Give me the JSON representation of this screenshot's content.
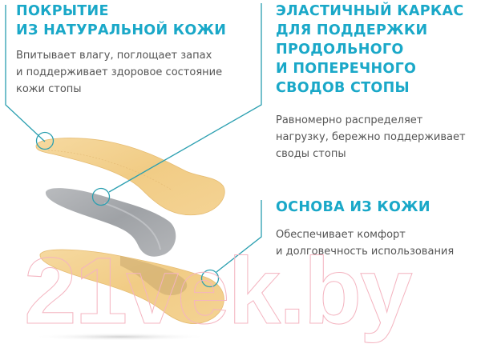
{
  "callouts": [
    {
      "id": "top-layer",
      "title_lines": [
        "ПОКРЫТИЕ",
        "ИЗ НАТУРАЛЬНОЙ КОЖИ"
      ],
      "description_lines": [
        "Впитывает влагу, поглощает запах",
        "и поддерживает здоровое состояние",
        "кожи стопы"
      ]
    },
    {
      "id": "middle-layer",
      "title_lines": [
        "ЭЛАСТИЧНЫЙ КАРКАС",
        "ДЛЯ ПОДДЕРЖКИ",
        "ПРОДОЛЬНОГО",
        "И ПОПЕРЕЧНОГО",
        "СВОДОВ СТОПЫ"
      ],
      "description_lines": [
        "Равномерно распределяет",
        "нагрузку, бережно поддерживает",
        "своды стопы"
      ]
    },
    {
      "id": "bottom-layer",
      "title_lines": [
        "ОСНОВА ИЗ КОЖИ"
      ],
      "description_lines": [
        "Обеспечивает комфорт",
        "и долговечность использования"
      ]
    }
  ],
  "watermark": "21vek.by",
  "colors": {
    "accent": "#1aa8c8",
    "leader_line": "#2a9fb0",
    "text": "#555555",
    "leather": "#f2cd8a",
    "frame": "#a9abae"
  }
}
